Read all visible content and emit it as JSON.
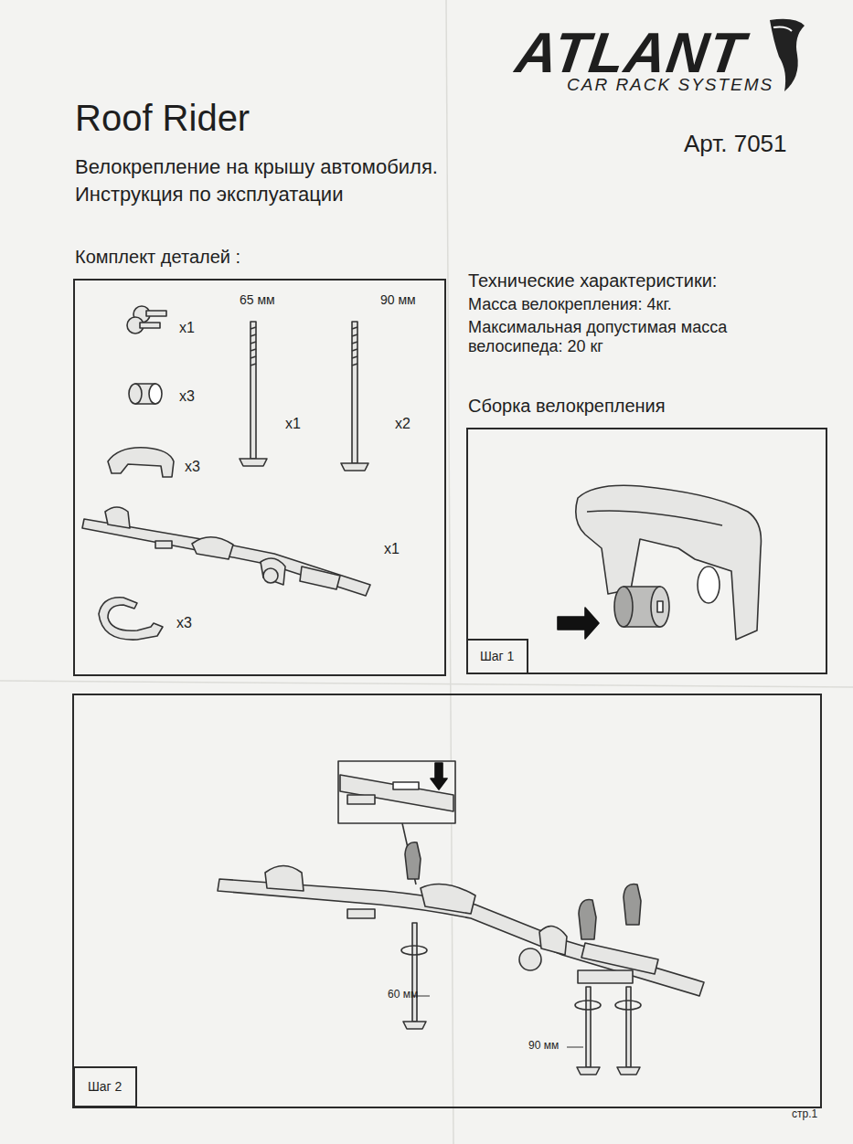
{
  "diagram": {
    "title": "Roof Rider",
    "nodes": [
      {
        "text": [
          "Комплект деталей :"
        ]
      },
      {
        "text": [
          "Сборка велокрепления"
        ]
      },
      {
        "text": [
          "Шаг 1"
        ],
        "in": 1
      },
      {
        "text": [
          "Шаг 2"
        ]
      }
    ],
    "labels": [
      "ATLANT",
      "CAR RACK SYSTEMS",
      "Арт. 7051",
      "Велокрепление на крышу автомобиля.",
      "Инструкция по эксплуатации",
      "Технические характеристики:",
      "Масса велокрепления: 4кг.",
      "Максимальная допустимая масса велосипеда: 20 кг",
      "65 мм",
      "90 мм",
      "x1",
      "x3",
      "x1",
      "x2",
      "x3",
      "x1",
      "x3",
      "60 мм",
      "90 мм",
      "стр.1"
    ]
  }
}
